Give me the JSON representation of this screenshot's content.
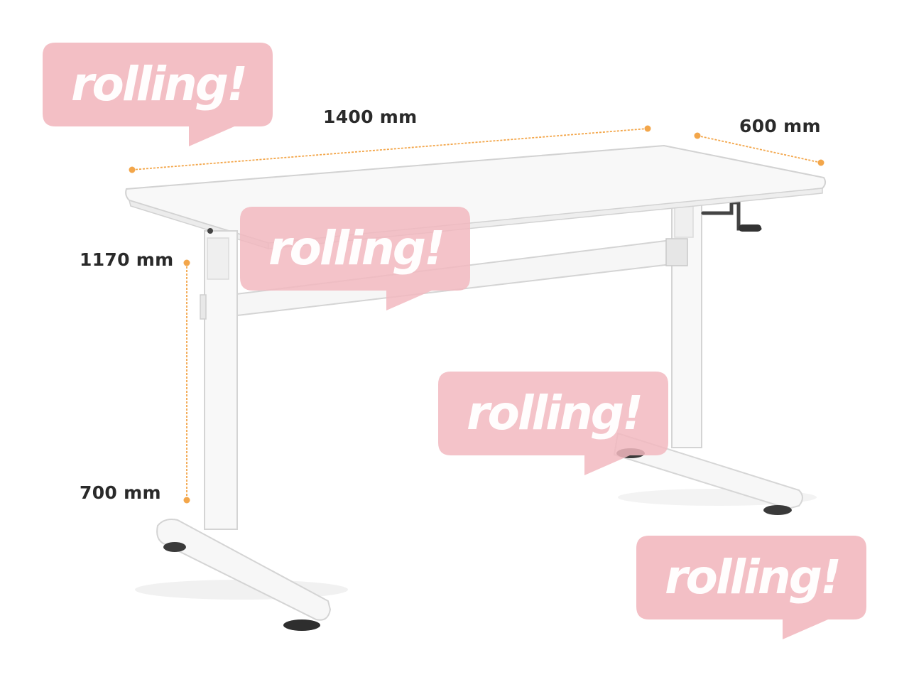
{
  "dimensions": {
    "width_label": "1400 mm",
    "depth_label": "600 mm",
    "max_height_label": "1170 mm",
    "min_height_label": "700 mm"
  },
  "watermark": {
    "text": "rolling!",
    "color": "#f2b8bf"
  },
  "colors": {
    "dimension_line": "#f3a64a",
    "desk_white": "#f7f7f7",
    "desk_outline": "#d4d4d4"
  }
}
